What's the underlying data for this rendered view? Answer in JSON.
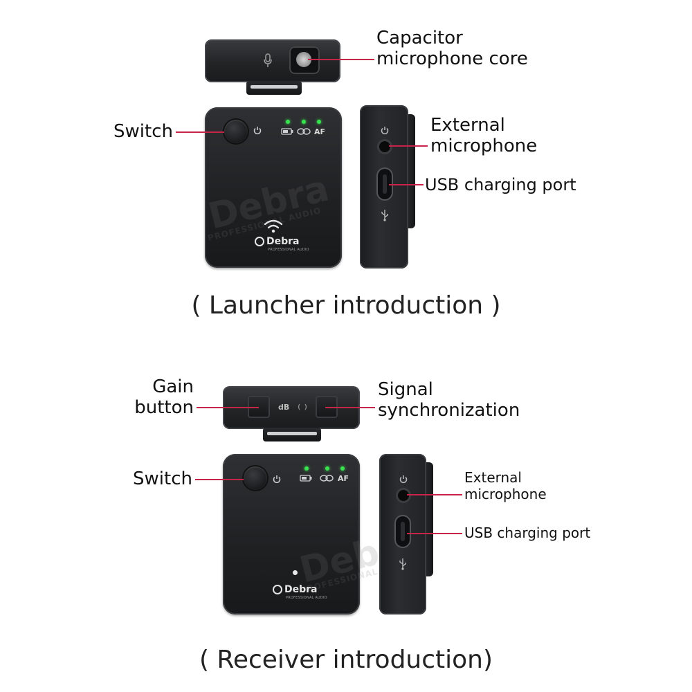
{
  "launcher": {
    "caption": "( Launcher introduction )",
    "labels": {
      "mic_core": [
        "Capacitor",
        "microphone core"
      ],
      "switch": "Switch",
      "external_mic": [
        "External",
        "microphone"
      ],
      "usb": "USB charging port"
    },
    "status_text": "AF",
    "brand": "Debra",
    "brand_sub": "PROFESSIONAL AUDIO",
    "watermark": "Debra",
    "watermark_sub": "PROFESSIONAL AUDIO"
  },
  "receiver": {
    "caption": "( Receiver introduction)",
    "labels": {
      "gain": [
        "Gain",
        "button"
      ],
      "signal": [
        "Signal",
        "synchronization"
      ],
      "switch": "Switch",
      "external_mic": [
        "External",
        "microphone"
      ],
      "usb": "USB charging port"
    },
    "gain_mark": "dB",
    "status_text": "AF",
    "brand": "Debra",
    "brand_sub": "PROFESSIONAL AUDIO",
    "watermark": "Debra",
    "watermark_sub": "PROFESSIONAL AUDIO"
  },
  "colors": {
    "leader": "#c8244a",
    "led": "#39e24f",
    "device": "#1f2022"
  },
  "icons": [
    "microphone-icon",
    "power-icon",
    "battery-icon",
    "link-icon",
    "wifi-icon",
    "usb-icon"
  ]
}
